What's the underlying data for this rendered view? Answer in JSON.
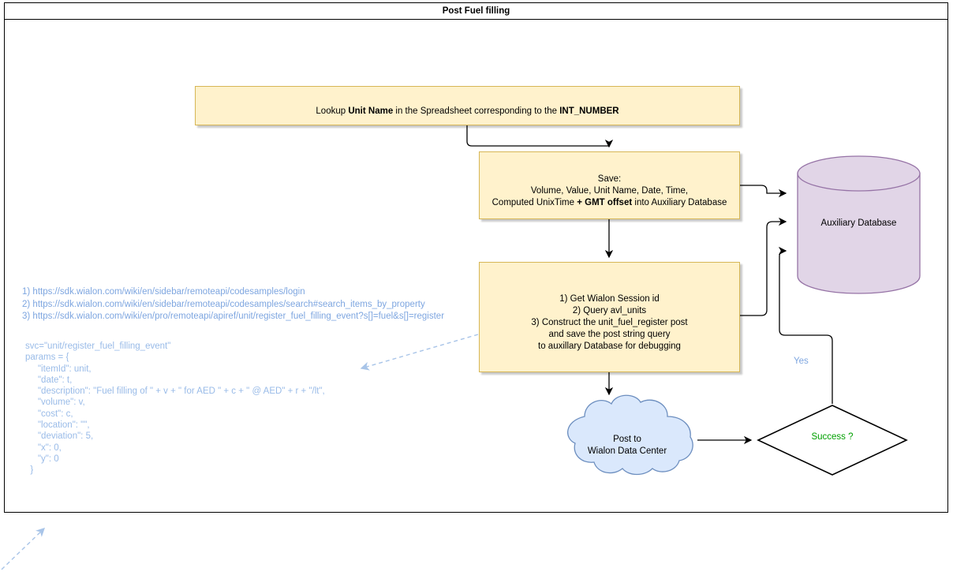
{
  "frame": {
    "title": "Post Fuel filling"
  },
  "nodes": {
    "lookup": {
      "label": "Lookup Unit Name in the Spreadsheet corresponding to the INT_NUMBER",
      "fill": "#fff2cc",
      "stroke": "#d6b656",
      "bold_parts": [
        "Unit Name",
        "INT_NUMBER"
      ]
    },
    "save": {
      "label": "Save:\nVolume, Value, Unit Name, Date, Time,\nComputed UnixTime + GMT offset into Auxiliary Database",
      "fill": "#fff2cc",
      "stroke": "#d6b656",
      "bold_parts": [
        "+ GMT offset"
      ]
    },
    "api": {
      "label": "1) Get Wialon Session id\n2) Query avl_units\n3) Construct the unit_fuel_register post\nand save the post string query\nto auxillary Database for debugging",
      "fill": "#fff2cc",
      "stroke": "#d6b656"
    },
    "database": {
      "label": "Auxiliary Database",
      "fill": "#e1d5e7",
      "stroke": "#9673a6"
    },
    "cloud": {
      "label": "Post to\nWialon Data Center",
      "fill": "#dae8fc",
      "stroke": "#6c8ebf"
    },
    "decision": {
      "label": "Success ?",
      "fill": "#ffffff",
      "stroke": "#000000",
      "text_color": "#00a000"
    }
  },
  "edges": {
    "yes_label": "Yes",
    "yes_label_color": "#7ea6e0"
  },
  "annotations": {
    "links": "1) https://sdk.wialon.com/wiki/en/sidebar/remoteapi/codesamples/login\n2) https://sdk.wialon.com/wiki/en/sidebar/remoteapi/codesamples/search#search_items_by_property\n3) https://sdk.wialon.com/wiki/en/pro/remoteapi/apiref/unit/register_fuel_filling_event?s[]=fuel&s[]=register",
    "links_color": "#7ea6e0",
    "code": "svc=\"unit/register_fuel_filling_event\"\nparams = {\n     \"itemId\": unit,\n     \"date\": t,\n     \"description\": \"Fuel filling of \" + v + \" for AED \" + c + \" @ AED\" + r + \"/lt\",\n     \"volume\": v,\n     \"cost\": c,\n     \"location\": \"\",\n     \"deviation\": 5,\n     \"x\": 0,\n     \"y\": 0\n  }",
    "code_color": "#99bbe8"
  }
}
